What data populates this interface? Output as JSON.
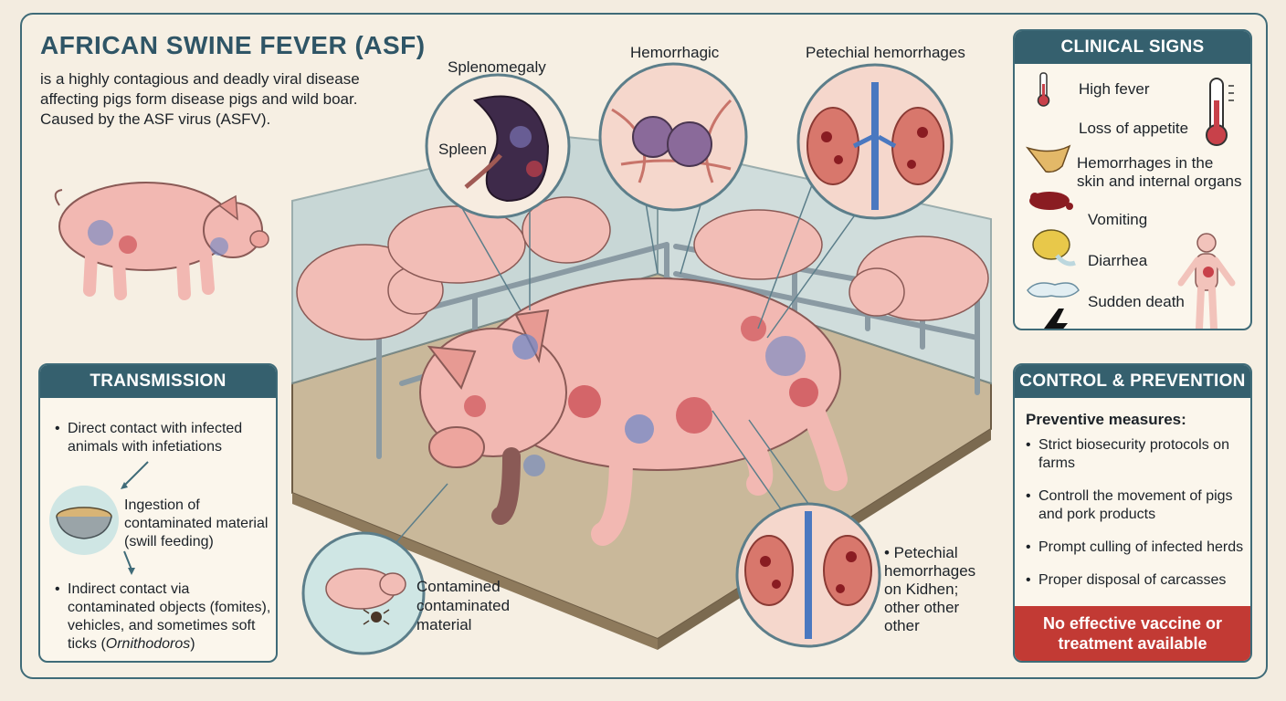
{
  "title": "AFRICAN SWINE FEVER (ASF)",
  "intro_lines": [
    "is a highly contagious and deadly viral disease",
    "affecting pigs form disease pigs and wild boar.",
    "Caused by the ASF virus (ASFV)."
  ],
  "callouts": {
    "splenomegaly": "Splenomegaly",
    "spleen": "Spleen",
    "hemorrhagic": "Hemorrhagic",
    "petechial_top": "Petechial hemorrhages",
    "contamined_lines": [
      "Contamined",
      "contaminated",
      "material"
    ],
    "kidney_lines": [
      "• Petechial",
      "hemorrhages",
      "on Kidhen;",
      "other other",
      "other"
    ]
  },
  "clinical": {
    "header": "CLINICAL SIGNS",
    "signs": [
      {
        "label": "High fever",
        "icon": "thermometer-icon"
      },
      {
        "label": "Loss of appetite",
        "icon": "empty-trough-icon"
      },
      {
        "label_lines": [
          "Hemorrhages in the",
          "skin and internal organs"
        ],
        "icon": "blood-splatter-icon"
      },
      {
        "label": "Vomiting",
        "icon": "vomiting-pig-icon"
      },
      {
        "label": "Diarrhea",
        "icon": "puddle-icon"
      },
      {
        "label": "Sudden death",
        "icon": "lightning-icon"
      }
    ]
  },
  "transmission": {
    "header": "TRANSMISSION",
    "item1": [
      "Direct contact with infected",
      "animals with infetiations"
    ],
    "item2": [
      "Ingestion of",
      "contaminated material",
      "(swill feeding)"
    ],
    "item3_lines": [
      "Indirect contact via",
      "contaminated objects (fomites),",
      "vehicles, and sometimes soft"
    ],
    "item3_last": "ticks (",
    "item3_italic": "Ornithodoros",
    "item3_end": ")"
  },
  "control": {
    "header": "CONTROL & PREVENTION",
    "subheader": "Preventive measures:",
    "items": [
      [
        "Strict biosecurity protocols on",
        "farms"
      ],
      [
        "Controll the movement of pigs",
        "and pork products"
      ],
      [
        "Prompt culling of infected herds"
      ],
      [
        "Proper disposal of carcasses"
      ]
    ],
    "alert_lines": [
      "No effective vaccine or",
      "treatment available"
    ]
  },
  "colors": {
    "frame": "#3f6b78",
    "header": "#35606e",
    "alert": "#c23a34",
    "pig": "#f2b8b2",
    "hemorrhage": "#c8414a",
    "bruise": "#6a86c7"
  }
}
